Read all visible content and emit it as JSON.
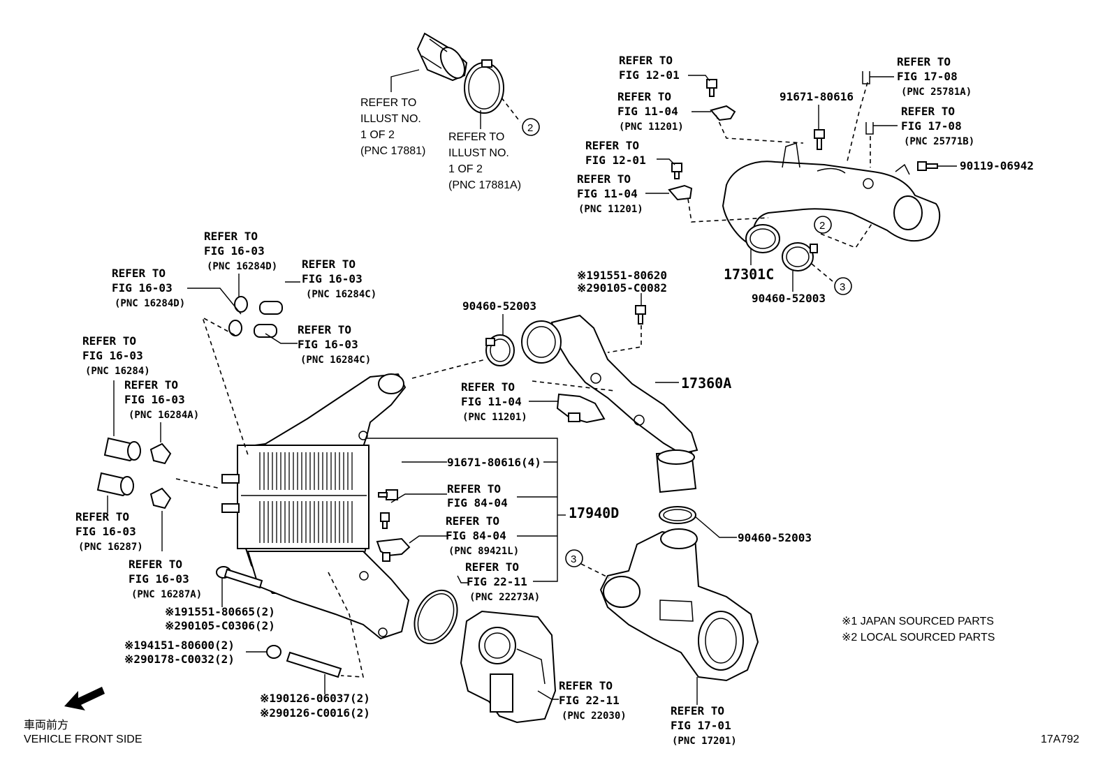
{
  "labels": {
    "illust_a": [
      "REFER TO",
      "ILLUST NO.",
      "1 OF 2",
      "(PNC 17881)"
    ],
    "illust_b": [
      "REFER TO",
      "ILLUST NO.",
      "1 OF 2",
      "(PNC 17881A)"
    ],
    "refer_to": "REFER TO",
    "fig_12_01": "FIG 12-01",
    "fig_11_04": "FIG 11-04",
    "fig_17_08": "FIG 17-08",
    "fig_16_03": "FIG 16-03",
    "fig_84_04": "FIG 84-04",
    "fig_22_11": "FIG 22-11",
    "fig_17_01": "FIG 17-01",
    "pnc_11201": "(PNC 11201)",
    "pnc_25781a": "(PNC 25781A)",
    "pnc_25771b": "(PNC 25771B)",
    "pnc_16284d": "(PNC 16284D)",
    "pnc_16284c": "(PNC 16284C)",
    "pnc_16284": "(PNC 16284)",
    "pnc_16284a": "(PNC 16284A)",
    "pnc_16287": "(PNC 16287)",
    "pnc_16287a": "(PNC 16287A)",
    "pnc_89421l": "(PNC 89421L)",
    "pnc_22273a": "(PNC 22273A)",
    "pnc_22030": "(PNC 22030)",
    "pnc_17201": "(PNC 17201)"
  },
  "parts": {
    "p91671_80616": "91671-80616",
    "p90119_06942": "90119-06942",
    "p17301c": "17301C",
    "p90460_52003": "90460-52003",
    "x191551_80620": "※191551-80620",
    "x290105_c0082": "※290105-C0082",
    "p17360a": "17360A",
    "p91671_80616_4": "91671-80616(4)",
    "p17940d": "17940D",
    "x191551_80665": "※191551-80665(2)",
    "x290105_c0306": "※290105-C0306(2)",
    "x194151_80600": "※194151-80600(2)",
    "x290178_c0032": "※290178-C0032(2)",
    "x190126_06037": "※190126-06037(2)",
    "x290126_c0016": "※290126-C0016(2)"
  },
  "callouts": {
    "two": "2",
    "three": "3"
  },
  "notes": {
    "japan": "※1 JAPAN SOURCED PARTS",
    "local": "※2 LOCAL SOURCED PARTS"
  },
  "footer": {
    "front_jp": "車両前方",
    "front_en": "VEHICLE FRONT SIDE",
    "illustration_id": "17A792"
  }
}
